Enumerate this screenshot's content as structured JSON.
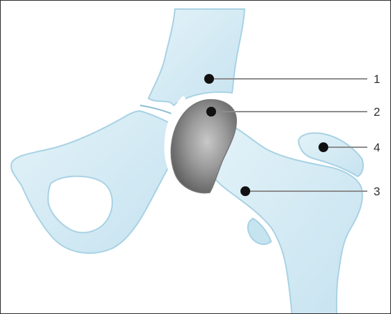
{
  "colors": {
    "bone_fill": "#cfe8f3",
    "bone_fill_light": "#ddeff7",
    "bone_outline": "#9fcce0",
    "femoral_head_dark": "#5a5a5a",
    "femoral_head_light": "#bdbdbd",
    "leader_line": "#8c8c8c",
    "marker": "#111111",
    "frame": "#2b2b2b"
  },
  "callouts": [
    {
      "number": "1"
    },
    {
      "number": "2"
    },
    {
      "number": "3"
    },
    {
      "number": "4"
    }
  ]
}
